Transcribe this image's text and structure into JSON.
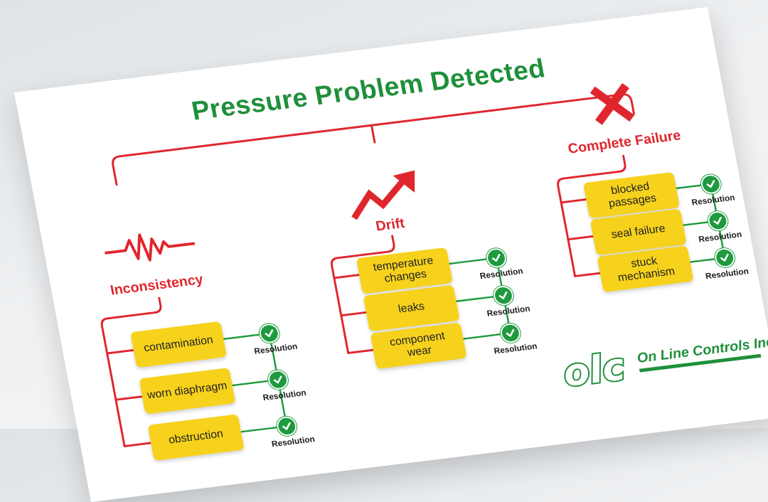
{
  "title": "Pressure Problem Detected",
  "colors": {
    "title_green": "#1f8f3a",
    "category_red": "#e0262d",
    "cause_yellow": "#f6d21c",
    "check_green": "#1f9a3f"
  },
  "categories": [
    {
      "label": "Inconsistency",
      "icon": "waveform-icon",
      "causes": [
        {
          "label": "contamination",
          "resolution": "Resolution"
        },
        {
          "label": "worn diaphragm",
          "resolution": "Resolution"
        },
        {
          "label": "obstruction",
          "resolution": "Resolution"
        }
      ]
    },
    {
      "label": "Drift",
      "icon": "trend-up-arrow-icon",
      "causes": [
        {
          "label": "temperature changes",
          "resolution": "Resolution"
        },
        {
          "label": "leaks",
          "resolution": "Resolution"
        },
        {
          "label": "component wear",
          "resolution": "Resolution"
        }
      ]
    },
    {
      "label": "Complete Failure",
      "icon": "x-mark-icon",
      "causes": [
        {
          "label": "blocked passages",
          "resolution": "Resolution"
        },
        {
          "label": "seal failure",
          "resolution": "Resolution"
        },
        {
          "label": "stuck mechanism",
          "resolution": "Resolution"
        }
      ]
    }
  ],
  "logo": {
    "mark": "olc",
    "name": "On Line Controls Inc.",
    "icon": "olc-logo-icon"
  }
}
